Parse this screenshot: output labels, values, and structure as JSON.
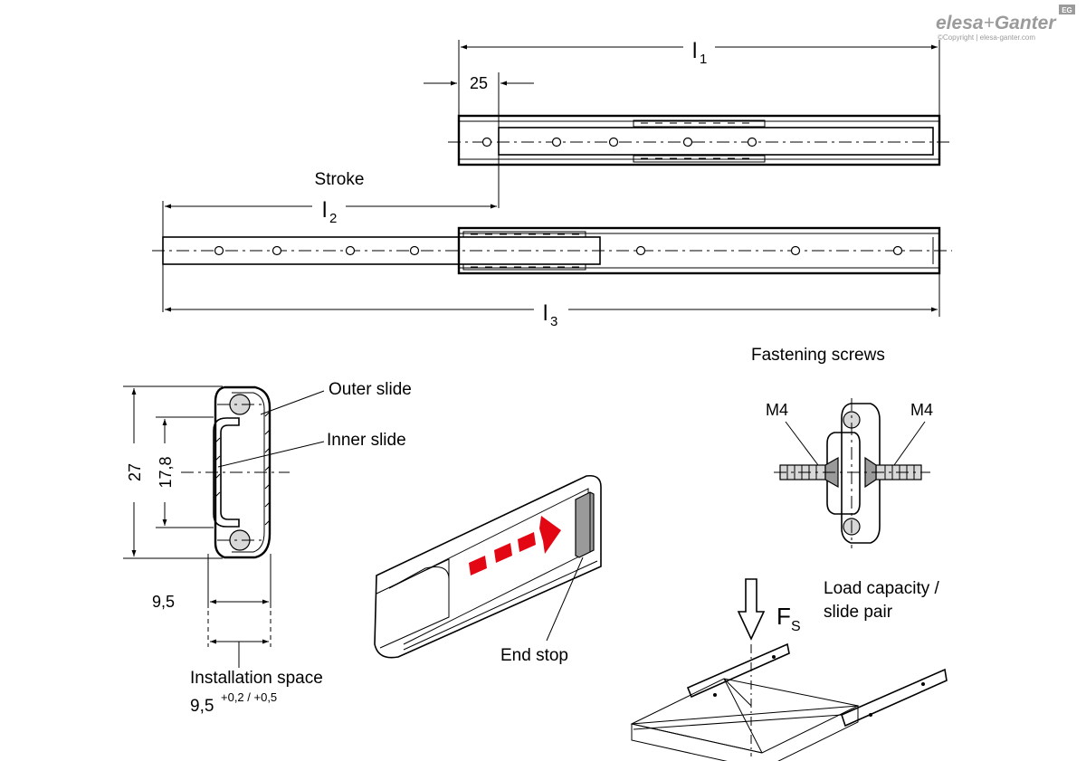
{
  "brand": {
    "name_left": "elesa",
    "name_plus": "+",
    "name_right": "Ganter",
    "badge": "EG",
    "copyright": "©Copyright | elesa-ganter.com"
  },
  "dimensions": {
    "l1_letter": "l",
    "l1_sub": "1",
    "l2_letter": "l",
    "l2_sub": "2",
    "l3_letter": "l",
    "l3_sub": "3",
    "offset": "25",
    "stroke": "Stroke",
    "height_total": "27",
    "height_inner": "17,8",
    "width": "9,5"
  },
  "labels": {
    "outer_slide": "Outer slide",
    "inner_slide": "Inner slide",
    "installation_space": "Installation space",
    "installation_value": "9,5",
    "installation_tolerance": "+0,2 / +0,5",
    "end_stop": "End stop",
    "fastening_screws": "Fastening screws",
    "screw_left": "M4",
    "screw_right": "M4",
    "force_letter": "F",
    "force_sub": "S",
    "load_line1": "Load capacity /",
    "load_line2": "slide pair"
  },
  "colors": {
    "arrow_red": "#e30613",
    "line": "#000000",
    "grey_fill": "#9a9a9a",
    "logo_grey": "#9b9b9b"
  }
}
